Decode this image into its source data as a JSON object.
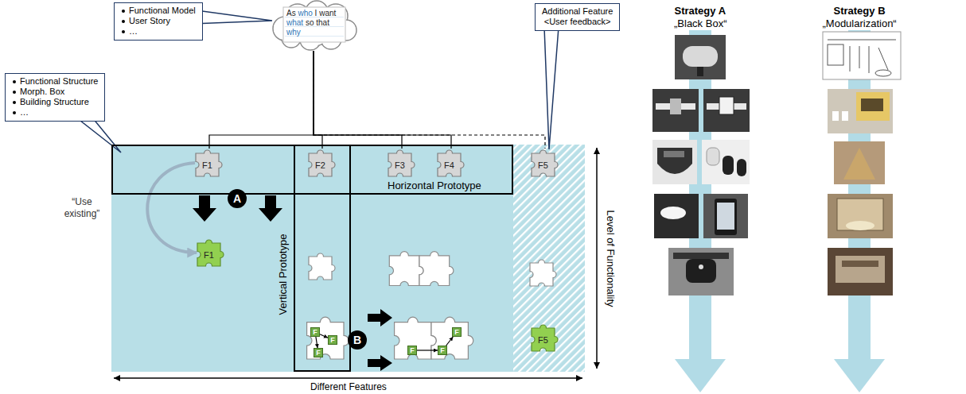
{
  "diagram": {
    "nodes": [
      {
        "text": [
          "Functional Model",
          "User Story",
          "…"
        ]
      },
      {
        "text": [
          "As who I want what so that why"
        ]
      },
      {
        "text": [
          "Additional Feature",
          "<User feedback>"
        ]
      },
      {
        "text": [
          "Functional Structure",
          "Morph. Box",
          "Building Structure",
          "…"
        ]
      },
      {
        "text": [
          "Horizontal Prototype"
        ]
      },
      {
        "text": [
          "A"
        ]
      },
      {
        "text": [
          "F1"
        ],
        "in": 4
      },
      {
        "text": [
          "F2"
        ],
        "in": 4
      },
      {
        "text": [
          "F3"
        ],
        "in": 4
      },
      {
        "text": [
          "F4"
        ],
        "in": 4
      },
      {
        "text": [
          "F5"
        ]
      },
      {
        "text": [
          "Vertical Prototype"
        ]
      },
      {
        "text": [
          "F1"
        ]
      },
      {
        "text": [
          "F"
        ],
        "in": 11
      },
      {
        "text": [
          "F"
        ],
        "in": 11
      },
      {
        "text": [
          "F"
        ],
        "in": 11
      },
      {
        "text": [
          "B"
        ]
      },
      {
        "text": [
          "F"
        ]
      },
      {
        "text": [
          "F"
        ]
      },
      {
        "text": [
          "F"
        ]
      },
      {
        "text": [
          "F5"
        ]
      }
    ],
    "edges": [
      {
        "from": 1,
        "to": 6,
        "arrow": "none"
      },
      {
        "from": 1,
        "to": 7,
        "arrow": "none"
      },
      {
        "from": 1,
        "to": 8,
        "arrow": "none"
      },
      {
        "from": 1,
        "to": 9,
        "arrow": "none"
      },
      {
        "from": 1,
        "to": 10,
        "arrow": "none"
      },
      {
        "from": 6,
        "to": 12,
        "label": "“Use existing”",
        "arrow": "to"
      },
      {
        "from": 13,
        "to": 14,
        "arrow": "to"
      },
      {
        "from": 13,
        "to": 15,
        "arrow": "to"
      },
      {
        "from": 17,
        "to": 18,
        "arrow": "to"
      },
      {
        "from": 18,
        "to": 19,
        "arrow": "to"
      }
    ],
    "labels": [
      "Level of Functionality",
      "Different Features",
      "Strategy A",
      "„Black Box“",
      "Strategy B",
      "„Modularization“"
    ]
  }
}
